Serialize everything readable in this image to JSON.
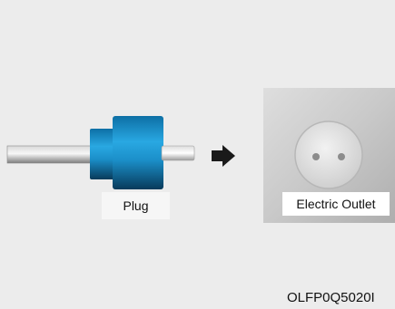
{
  "diagram": {
    "plug_label": "Plug",
    "outlet_label": "Electric Outlet",
    "figure_code": "OLFP0Q5020I"
  },
  "icons": [
    "plug-icon",
    "arrow-right-icon",
    "electric-outlet-icon"
  ],
  "colors": {
    "background": "#ececec",
    "plug_body": "#1f9bd6",
    "plug_body_dark": "#0b5f8c",
    "cable": "#9a9a9a",
    "outlet_plate": "#c7c7c7",
    "arrow": "#1a1a1a"
  }
}
